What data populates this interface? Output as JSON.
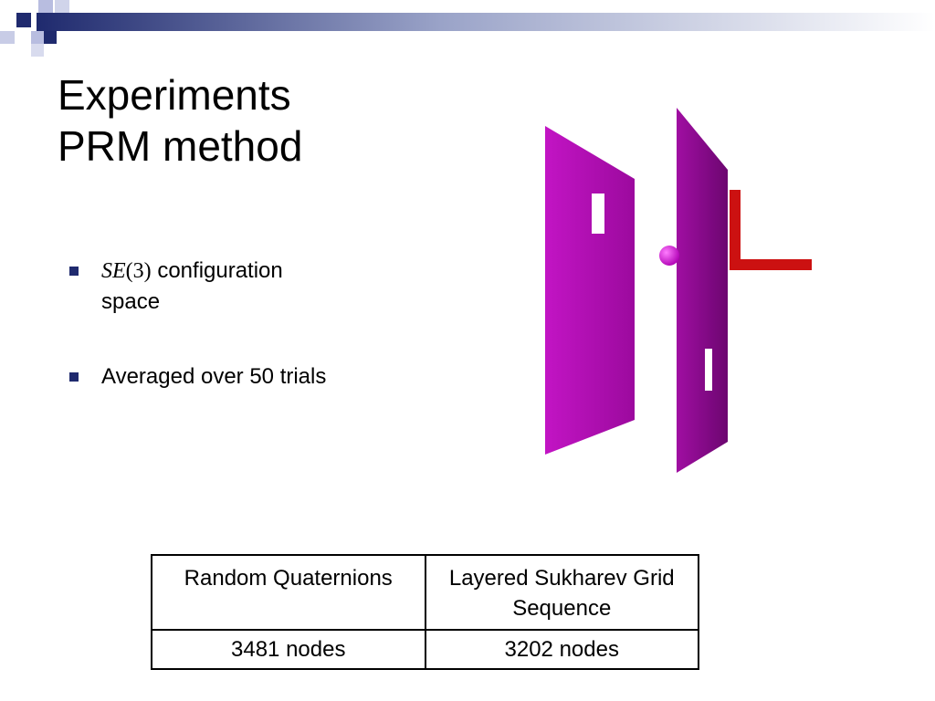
{
  "slide": {
    "title_line1": "Experiments",
    "title_line2": "PRM method",
    "bullets": [
      {
        "math": "SE",
        "math_paren": "(3)",
        "text": " configuration space"
      },
      {
        "text": "Averaged over 50 trials"
      }
    ],
    "table": {
      "headers": [
        "Random Quaternions",
        "Layered Sukharev Grid Sequence"
      ],
      "rows": [
        [
          "3481 nodes",
          "3202 nodes"
        ]
      ]
    },
    "colors": {
      "navy": "#1f2a6e",
      "panel_magenta": "#c010c0",
      "panel_purple": "#8a0a8a",
      "robot_red": "#cc1111"
    }
  }
}
